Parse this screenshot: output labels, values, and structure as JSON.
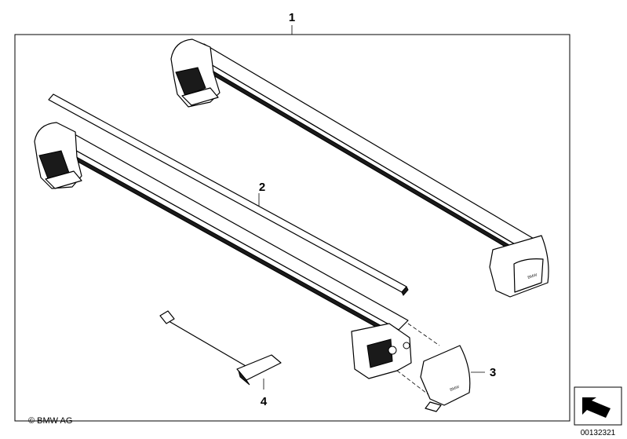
{
  "callouts": {
    "c1": "1",
    "c2": "2",
    "c3": "3",
    "c4": "4"
  },
  "copyright": "© BMW AG",
  "image_number": "00132321",
  "end_cap_brand": "BMW",
  "icons": {
    "nav_arrow": "arrow-icon"
  }
}
